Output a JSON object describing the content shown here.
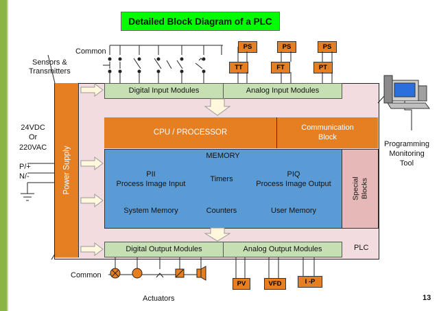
{
  "title": "Detailed Block Diagram of a PLC",
  "labels": {
    "sensors": "Sensors &\nTransmitters",
    "common_top": "Common",
    "common_bottom": "Common",
    "supply": "24VDC\nOr\n220VAC",
    "p_plus": "P/+",
    "n_minus": "N/-",
    "programming": "Programming\nMonitoring\nTool",
    "actuators": "Actuators",
    "plc": "PLC",
    "page_number": "13"
  },
  "blocks": {
    "power_supply": "Power Supply",
    "digital_input": "Digital Input Modules",
    "analog_input": "Analog Input Modules",
    "cpu": "CPU / PROCESSOR",
    "communication": "Communication\nBlock",
    "memory": "MEMORY",
    "pii": "PII\nProcess Image Input",
    "timers": "Timers",
    "piq": "PIQ\nProcess Image Output",
    "system_memory": "System Memory",
    "counters": "Counters",
    "user_memory": "User Memory",
    "special_blocks": "Special\nBlocks",
    "digital_output": "Digital Output Modules",
    "analog_output": "Analog Output Modules"
  },
  "transmitters": [
    {
      "ps": "PS",
      "tag": "TT"
    },
    {
      "ps": "PS",
      "tag": "FT"
    },
    {
      "ps": "PS",
      "tag": "PT"
    }
  ],
  "output_devices": [
    "PV",
    "VFD",
    "I -P"
  ],
  "colors": {
    "title_bg": "#00ff00",
    "orange": "#e67e22",
    "blue": "#5b9bd5",
    "green": "#c6e0b4",
    "pink": "#f2dce0",
    "special": "#e6b8b7",
    "accent_green": "#8ab446"
  }
}
